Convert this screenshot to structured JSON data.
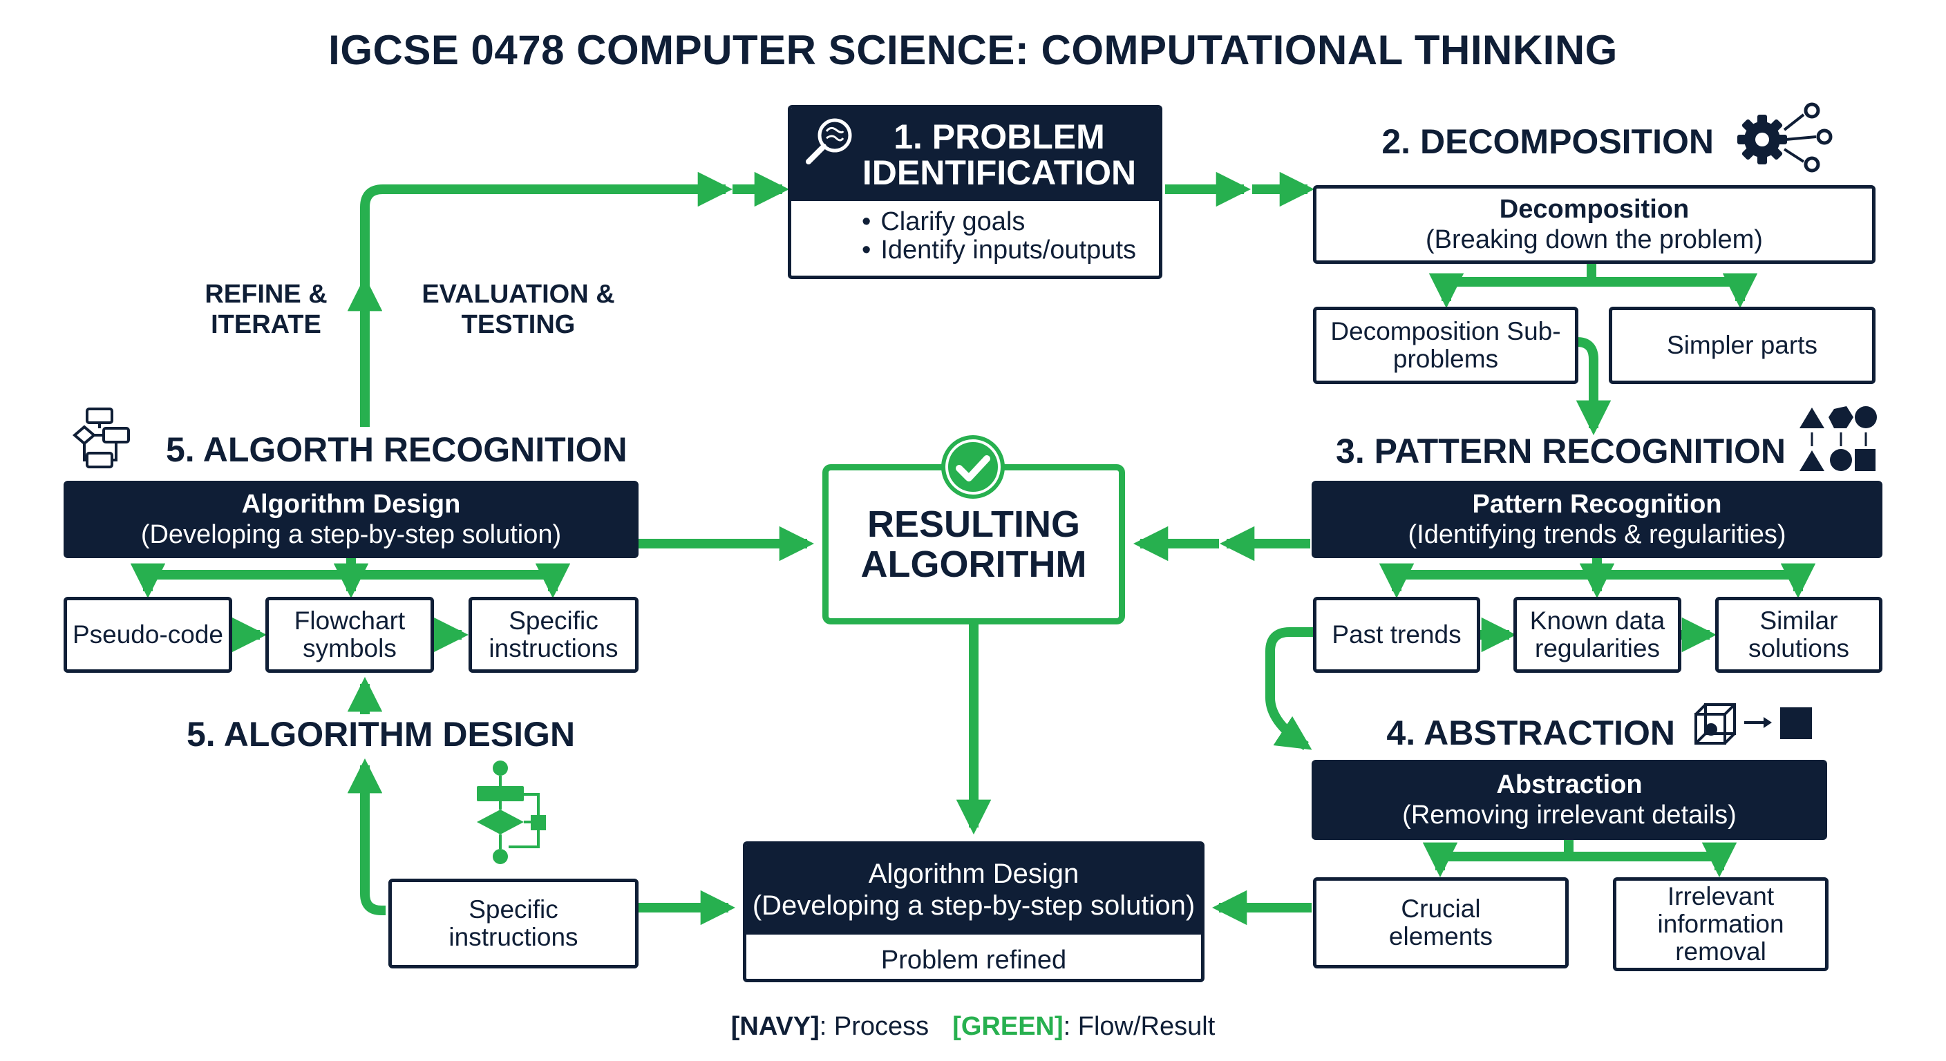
{
  "title": "IGCSE 0478 COMPUTER SCIENCE: COMPUTATIONAL THINKING",
  "colors": {
    "navy": "#0f1e36",
    "green": "#27b04f",
    "background": "#ffffff"
  },
  "problem_identification": {
    "heading": "1. PROBLEM IDENTIFICATION",
    "icon": "magnifier-icon",
    "items": [
      "Clarify goals",
      "Identify inputs/outputs"
    ]
  },
  "decomposition": {
    "heading": "2. DECOMPOSITION",
    "icon": "gears-icon",
    "box_title": "Decomposition",
    "box_subtitle": "(Breaking down the problem)",
    "children": [
      "Decomposition Sub-problems",
      "Simpler parts"
    ]
  },
  "pattern_recognition": {
    "heading": "3. PATTERN RECOGNITION",
    "icon": "shapes-icon",
    "box_title": "Pattern Recognition",
    "box_subtitle": "(Identifying trends & regularities)",
    "children": [
      "Past trends",
      "Known data regularities",
      "Similar solutions"
    ]
  },
  "abstraction": {
    "heading": "4. ABSTRACTION",
    "icon": "cube-to-square-icon",
    "box_title": "Abstraction",
    "box_subtitle": "(Removing irrelevant details)",
    "children": [
      "Crucial elements",
      "Irrelevant information removal"
    ]
  },
  "algorithm_recognition": {
    "heading": "5. ALGORTH RECOGNITION",
    "icon": "flowchart-icon",
    "box_title": "Algorithm Design",
    "box_subtitle": "(Developing a step-by-step solution)",
    "children": [
      "Pseudo-code",
      "Flowchart symbols",
      "Specific instructions"
    ]
  },
  "algorithm_design": {
    "heading": "5. ALGORITHM DESIGN",
    "icon": "green-flowchart-icon",
    "child": "Specific instructions"
  },
  "refine_label": "REFINE & ITERATE",
  "evaluation_label": "EVALUATION & TESTING",
  "result": {
    "label": "RESULTING ALGORITHM",
    "icon": "check-icon"
  },
  "bottom_box": {
    "title": "Algorithm Design",
    "subtitle": "(Developing a step-by-step solution)",
    "footer": "Problem refined"
  },
  "legend": {
    "navy_key": "[NAVY]",
    "navy_text": ": Process",
    "green_key": "[GREEN]",
    "green_text": ": Flow/Result"
  }
}
